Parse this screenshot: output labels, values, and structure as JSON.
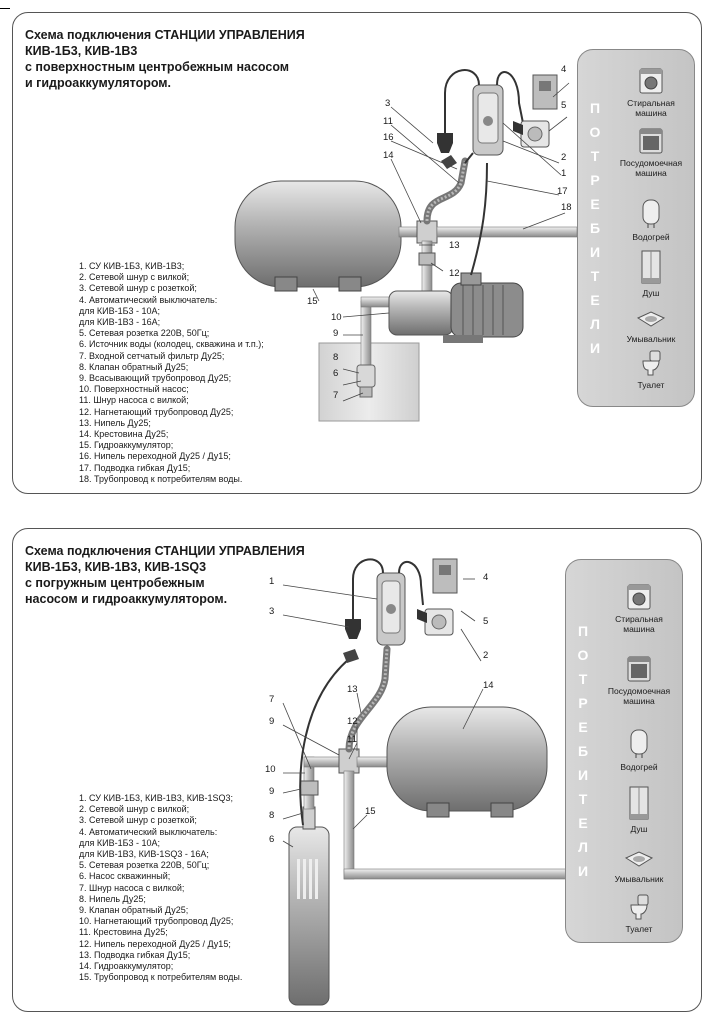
{
  "panel1": {
    "title": "Схема подключения СТАНЦИИ УПРАВЛЕНИЯ\nКИВ-1Б3, КИВ-1В3\nс поверхностным центробежным насосом\nи гидроаккумулятором.",
    "legend": [
      "1. СУ КИВ-1Б3, КИВ-1В3;",
      "2. Сетевой шнур с вилкой;",
      "3. Сетевой шнур с розеткой;",
      "4. Автоматический выключатель:\n  для КИВ-1Б3 - 10А;\n  для КИВ-1В3 - 16А;",
      "5. Сетевая розетка 220В, 50Гц;",
      "6. Источник воды (колодец, скважина и т.п.);",
      "7. Входной сетчатый фильтр Ду25;",
      "8. Клапан обратный Ду25;",
      "9. Всасывающий трубопровод Ду25;",
      "10. Поверхностный насос;",
      "11. Шнур насоса с вилкой;",
      "12. Нагнетающий трубопровод Ду25;",
      "13. Нипель Ду25;",
      "14. Крестовина Ду25;",
      "15. Гидроаккумулятор;",
      "16. Нипель переходной Ду25 / Ду15;",
      "17. Подводка гибкая Ду15;",
      "18. Трубопровод к потребителям воды."
    ],
    "callouts": [
      "1",
      "2",
      "3",
      "4",
      "5",
      "6",
      "7",
      "8",
      "9",
      "10",
      "11",
      "12",
      "13",
      "14",
      "15",
      "16",
      "17",
      "18"
    ],
    "consumers_word": "ПОТРЕБИТЕЛИ",
    "consumers": [
      {
        "label": "Стиральная\nмашина",
        "icon": "washing-machine-icon"
      },
      {
        "label": "Посудомоечная\nмашина",
        "icon": "dishwasher-icon"
      },
      {
        "label": "Водогрей",
        "icon": "water-heater-icon"
      },
      {
        "label": "Душ",
        "icon": "shower-icon"
      },
      {
        "label": "Умывальник",
        "icon": "washbasin-icon"
      },
      {
        "label": "Туалет",
        "icon": "toilet-icon"
      }
    ]
  },
  "panel2": {
    "title": "Схема подключения СТАНЦИИ УПРАВЛЕНИЯ\nКИВ-1Б3, КИВ-1В3, КИВ-1SQ3\nс погружным центробежным\nнасосом и гидроаккумулятором.",
    "legend": [
      "1. СУ КИВ-1Б3, КИВ-1В3, КИВ-1SQ3;",
      "2. Сетевой шнур с вилкой;",
      "3. Сетевой шнур с розеткой;",
      "4. Автоматический выключатель:\n для КИВ-1Б3 - 10А;\n для КИВ-1В3, КИВ-1SQ3 - 16А;",
      "5. Сетевая розетка 220В, 50Гц;",
      "6. Насос скважинный;",
      "7. Шнур насоса с вилкой;",
      "8. Нипель Ду25;",
      "9. Клапан обратный Ду25;",
      "10. Нагнетающий трубопровод Ду25;",
      "11. Крестовина Ду25;",
      "12. Нипель переходной Ду25 / Ду15;",
      "13. Подводка гибкая Ду15;",
      "14. Гидроаккумулятор;",
      "15. Трубопровод к потребителям воды."
    ],
    "callouts": [
      "1",
      "2",
      "3",
      "4",
      "5",
      "6",
      "7",
      "8",
      "9",
      "10",
      "11",
      "12",
      "13",
      "14",
      "15"
    ],
    "consumers_word": "ПОТРЕБИТЕЛИ",
    "consumers": [
      {
        "label": "Стиральная\nмашина",
        "icon": "washing-machine-icon"
      },
      {
        "label": "Посудомоечная\nмашина",
        "icon": "dishwasher-icon"
      },
      {
        "label": "Водогрей",
        "icon": "water-heater-icon"
      },
      {
        "label": "Душ",
        "icon": "shower-icon"
      },
      {
        "label": "Умывальник",
        "icon": "washbasin-icon"
      },
      {
        "label": "Туалет",
        "icon": "toilet-icon"
      }
    ]
  }
}
